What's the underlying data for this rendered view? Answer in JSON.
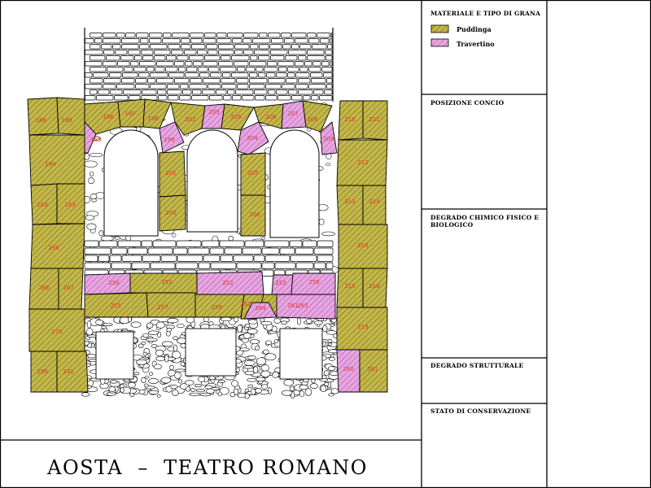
{
  "legend": {
    "heading": "MATERIALE E TIPO DI GRANA",
    "items": [
      {
        "name": "Puddinga",
        "color": "#c3b748"
      },
      {
        "name": "Travertino",
        "color": "#e6a6e1"
      }
    ]
  },
  "panels": [
    {
      "title": "POSIZIONE CONCIO"
    },
    {
      "title": "DEGRADO CHIMICO FISICO E BIOLOGICO"
    },
    {
      "title": "DEGRADO STRUTTURALE"
    },
    {
      "title": "STATO DI CONSERVAZIONE"
    }
  ],
  "title": "AOSTA  –  TEATRO ROMANO",
  "stones": [
    {
      "id": "s1",
      "label": "188",
      "material": "Puddinga"
    },
    {
      "id": "s2",
      "label": "189",
      "material": "Puddinga"
    },
    {
      "id": "s3",
      "label": "194",
      "material": "Puddinga"
    },
    {
      "id": "s4",
      "label": "193",
      "material": "Puddinga"
    },
    {
      "id": "s5",
      "label": "193",
      "material": "Puddinga"
    },
    {
      "id": "s6",
      "label": "298",
      "material": "Puddinga"
    },
    {
      "id": "s7",
      "label": "266",
      "material": "Puddinga"
    },
    {
      "id": "s8",
      "label": "267",
      "material": "Puddinga"
    },
    {
      "id": "s9",
      "label": "276",
      "material": "Puddinga"
    },
    {
      "id": "s10",
      "label": "290",
      "material": "Puddinga"
    },
    {
      "id": "s11",
      "label": "291",
      "material": "Puddinga"
    },
    {
      "id": "s12",
      "label": "196",
      "material": "Puddinga"
    },
    {
      "id": "s13",
      "label": "197",
      "material": "Puddinga"
    },
    {
      "id": "s14",
      "label": "198",
      "material": "Puddinga"
    },
    {
      "id": "s15",
      "label": "195",
      "material": "Travertino"
    },
    {
      "id": "s16",
      "label": "199",
      "material": "Travertino"
    },
    {
      "id": "s17",
      "label": "202",
      "material": "Puddinga"
    },
    {
      "id": "s18",
      "label": "203",
      "material": "Travertino"
    },
    {
      "id": "s19",
      "label": "205",
      "material": "Puddinga"
    },
    {
      "id": "s20",
      "label": "208",
      "material": "Puddinga"
    },
    {
      "id": "s21",
      "label": "207",
      "material": "Travertino"
    },
    {
      "id": "s22",
      "label": "204",
      "material": "Travertino"
    },
    {
      "id": "s23",
      "label": "206",
      "material": "Puddinga"
    },
    {
      "id": "s24",
      "label": "209",
      "material": "Travertino"
    },
    {
      "id": "s25",
      "label": "201",
      "material": "Puddinga"
    },
    {
      "id": "s26",
      "label": "200",
      "material": "Puddinga"
    },
    {
      "id": "s27",
      "label": "205",
      "material": "Puddinga"
    },
    {
      "id": "s28",
      "label": "206",
      "material": "Puddinga"
    },
    {
      "id": "s29",
      "label": "210",
      "material": "Puddinga"
    },
    {
      "id": "s30",
      "label": "211",
      "material": "Puddinga"
    },
    {
      "id": "s31",
      "label": "212",
      "material": "Puddinga"
    },
    {
      "id": "s32",
      "label": "213",
      "material": "Puddinga"
    },
    {
      "id": "s33",
      "label": "214",
      "material": "Puddinga"
    },
    {
      "id": "s34",
      "label": "216",
      "material": "Puddinga"
    },
    {
      "id": "s35",
      "label": "215",
      "material": "Puddinga"
    },
    {
      "id": "s36",
      "label": "218",
      "material": "Puddinga"
    },
    {
      "id": "s37",
      "label": "219",
      "material": "Puddinga"
    },
    {
      "id": "s38",
      "label": "250",
      "material": "Travertino"
    },
    {
      "id": "s39",
      "label": "251",
      "material": "Puddinga"
    },
    {
      "id": "s40",
      "label": "252",
      "material": "Travertino"
    },
    {
      "id": "s41",
      "label": "253",
      "material": "Travertino"
    },
    {
      "id": "s42",
      "label": "255",
      "material": "Puddinga"
    },
    {
      "id": "s43",
      "label": "256",
      "material": "Travertino"
    },
    {
      "id": "s44",
      "label": "257",
      "material": "Puddinga"
    },
    {
      "id": "s45",
      "label": "259",
      "material": "Puddinga"
    },
    {
      "id": "s46",
      "label": "261",
      "material": "Puddinga"
    },
    {
      "id": "s47",
      "label": "262",
      "material": "Puddinga"
    },
    {
      "id": "s48",
      "label": "264",
      "material": "Travertino"
    },
    {
      "id": "s49",
      "label": "265",
      "material": "Travertino"
    },
    {
      "id": "s50",
      "label": "280",
      "material": "Travertino"
    },
    {
      "id": "s51",
      "label": "281",
      "material": "Puddinga"
    }
  ]
}
